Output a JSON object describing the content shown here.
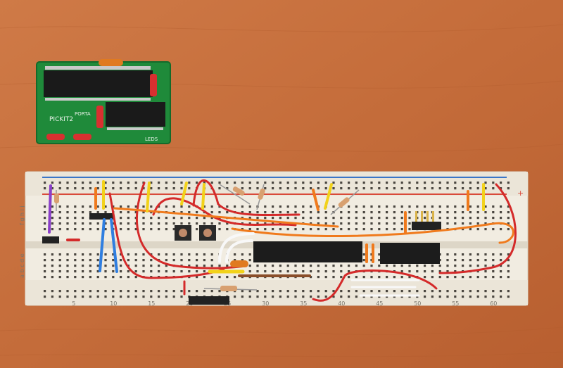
{
  "pcb": {
    "silkscreen": [
      "PICKIT2",
      "PORTA",
      "LEDS"
    ]
  },
  "breadboard": {
    "column_numbers": [
      "5",
      "10",
      "15",
      "20",
      "25",
      "30",
      "35",
      "40",
      "45",
      "50",
      "55",
      "60"
    ],
    "bottom_row_labels": "a b c d e",
    "top_row_labels": "f g h i j",
    "rail_plus": "+",
    "colors": {
      "board": "#f1ece1",
      "rail_red": "#d94a3a",
      "rail_blue": "#3a76c8",
      "wire_red": "#d42a2a",
      "wire_orange": "#f07a1c",
      "wire_yellow": "#f2d21a",
      "wire_blue": "#2f7ee0",
      "wire_purple": "#8a3fc9",
      "wire_white": "#f8f8f8",
      "ic_black": "#1c1c1c",
      "pcb_green": "#1f8a3a",
      "desk": "#c9703c"
    }
  }
}
